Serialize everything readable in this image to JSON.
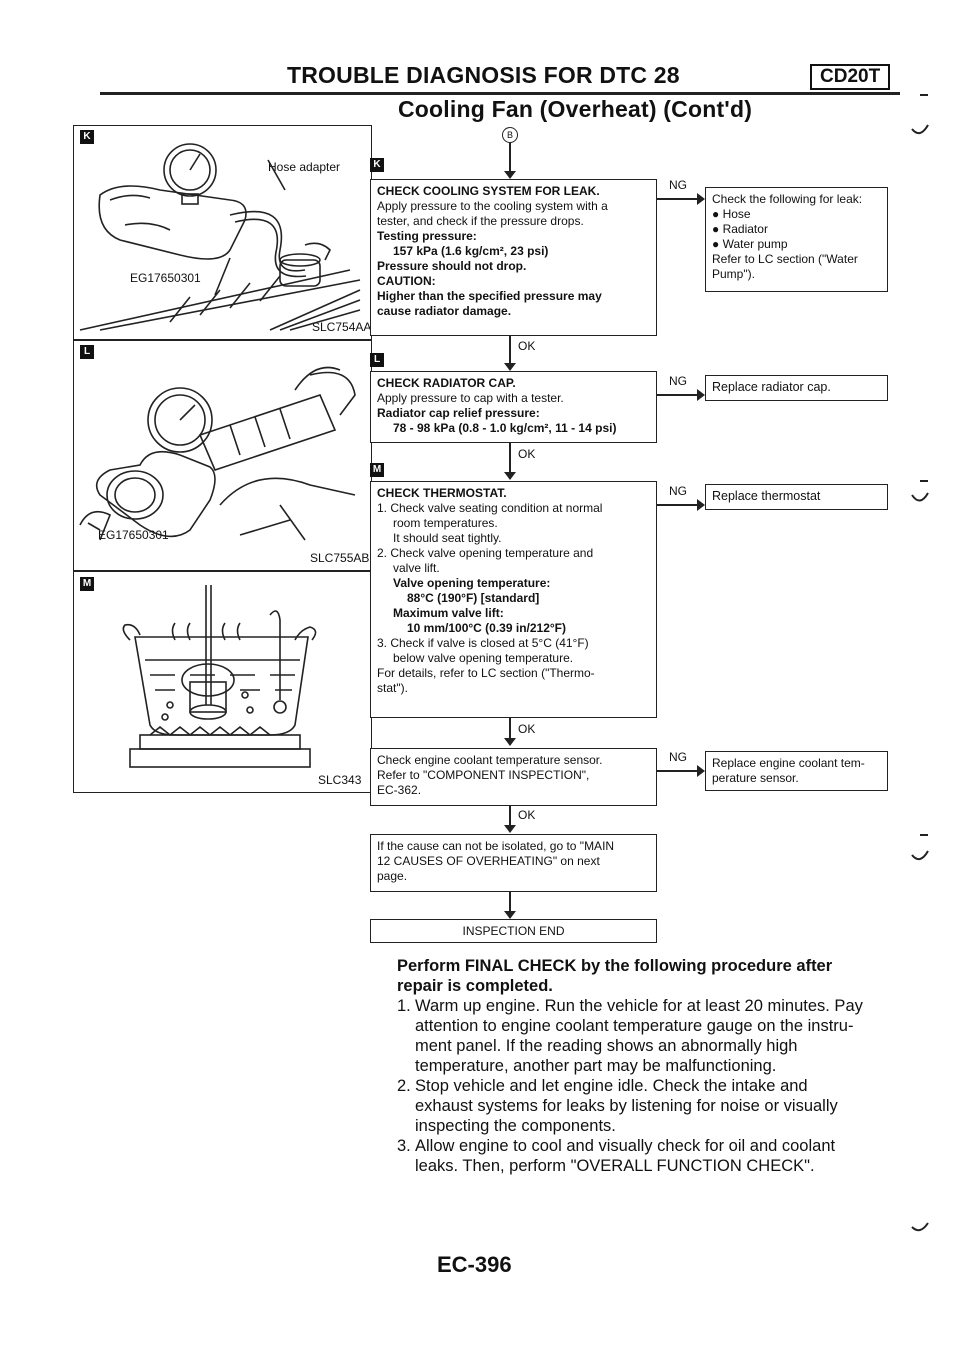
{
  "header": {
    "title": "TROUBLE DIAGNOSIS FOR DTC 28",
    "badge": "CD20T",
    "subtitle": "Cooling Fan (Overheat) (Cont'd)"
  },
  "flow_ref": "B",
  "figures": {
    "k": {
      "marker": "K",
      "callout_adapter": "Hose adapter",
      "tool_code": "EG17650301",
      "fig_code": "SLC754AA"
    },
    "l": {
      "marker": "L",
      "tool_code": "EG17650301",
      "fig_code": "SLC755AB"
    },
    "m": {
      "marker": "M",
      "fig_code": "SLC343"
    }
  },
  "steps": {
    "k": {
      "marker": "K",
      "heading": "CHECK COOLING SYSTEM FOR LEAK.",
      "line1": "Apply pressure to the cooling system with a",
      "line2": "tester, and check if the pressure drops.",
      "line3": "Testing pressure:",
      "line4": "157 kPa (1.6 kg/cm², 23 psi)",
      "line5": "Pressure should not drop.",
      "line6": "CAUTION:",
      "line7": "Higher than the specified pressure may",
      "line8": "cause radiator damage.",
      "ng_label": "NG",
      "ok_label": "OK",
      "ng_action": {
        "line1": "Check the following for leak:",
        "line2": "● Hose",
        "line3": "● Radiator",
        "line4": "● Water pump",
        "line5": "Refer to LC section (\"Water",
        "line6": "Pump\")."
      }
    },
    "l": {
      "marker": "L",
      "heading": "CHECK RADIATOR CAP.",
      "line1": "Apply pressure to cap with a tester.",
      "line2": "Radiator cap relief pressure:",
      "line3": "78 - 98 kPa (0.8 - 1.0 kg/cm², 11 - 14 psi)",
      "ng_label": "NG",
      "ok_label": "OK",
      "ng_action": "Replace radiator cap."
    },
    "m": {
      "marker": "M",
      "heading": "CHECK THERMOSTAT.",
      "line1": "1. Check valve seating condition at normal",
      "line2": "room temperatures.",
      "line3": "It should seat tightly.",
      "line4": "2. Check valve opening temperature and",
      "line5": "valve lift.",
      "line6": "Valve opening temperature:",
      "line7": "88°C (190°F) [standard]",
      "line8": "Maximum valve lift:",
      "line9": "10 mm/100°C (0.39 in/212°F)",
      "line10": "3. Check if valve is closed at 5°C (41°F)",
      "line11": "below valve opening temperature.",
      "line12": "For details, refer to LC section (\"Thermo-",
      "line13": "stat\").",
      "ng_label": "NG",
      "ok_label": "OK",
      "ng_action": "Replace thermostat"
    },
    "sensor": {
      "line1": "Check engine coolant temperature sensor.",
      "line2": "Refer to \"COMPONENT INSPECTION\",",
      "line3": "EC-362.",
      "ng_label": "NG",
      "ok_label": "OK",
      "ng_action1": "Replace engine coolant tem-",
      "ng_action2": "perature sensor."
    },
    "cause": {
      "line1": "If the cause can not be isolated, go to \"MAIN",
      "line2": "12 CAUSES OF OVERHEATING\" on next",
      "line3": "page."
    },
    "end": "INSPECTION END"
  },
  "final_check": {
    "heading1": "Perform FINAL CHECK by the following procedure after",
    "heading2": "repair is completed.",
    "items": [
      {
        "num": "1.",
        "l1": "Warm up engine. Run the vehicle for at least 20 minutes. Pay",
        "l2": "attention to engine coolant temperature gauge on the instru-",
        "l3": "ment panel. If the reading shows an abnormally high",
        "l4": "temperature, another part may be malfunctioning."
      },
      {
        "num": "2.",
        "l1": "Stop vehicle and let engine idle. Check the intake and",
        "l2": "exhaust systems for leaks by listening for noise or visually",
        "l3": "inspecting the components."
      },
      {
        "num": "3.",
        "l1": "Allow engine to cool and visually check for oil and coolant",
        "l2": "leaks. Then, perform \"OVERALL FUNCTION CHECK\"."
      }
    ]
  },
  "footer": {
    "page_number": "EC-396"
  }
}
